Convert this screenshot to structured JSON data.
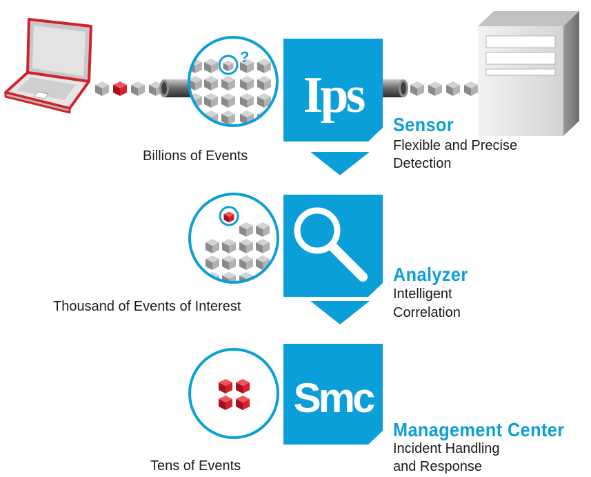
{
  "colors": {
    "accent": "#0a9fd9",
    "alert": "#d71f2e",
    "cube_gray": "#9b9b9b"
  },
  "stages": [
    {
      "badge": "Ips",
      "title": "Sensor",
      "description_lines": [
        "Flexible and Precise",
        "Detection"
      ],
      "events_label": "Billions of Events"
    },
    {
      "badge_icon": "magnifier-icon",
      "title": "Analyzer",
      "description_lines": [
        "Intelligent",
        "Correlation"
      ],
      "events_label": "Thousand of Events of Interest"
    },
    {
      "badge": "Smc",
      "title": "Management Center",
      "description_lines": [
        "Incident Handling",
        "and Response"
      ],
      "events_label": "Tens of Events"
    }
  ],
  "question_mark": "?",
  "icons": {
    "client": "laptop-icon",
    "server": "server-tower-icon",
    "flow_arrow": "down-arrow-icon"
  }
}
